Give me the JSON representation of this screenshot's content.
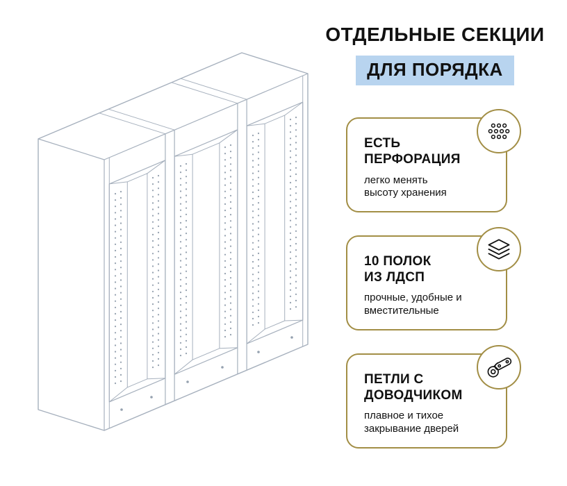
{
  "header": {
    "title": "ОТДЕЛЬНЫЕ СЕКЦИИ",
    "subtitle": "ДЛЯ ПОРЯДКА"
  },
  "features": [
    {
      "id": "perforation",
      "icon": "perforation-holes-icon",
      "title": "ЕСТЬ\nПЕРФОРАЦИЯ",
      "description": "легко менять\nвысоту хранения"
    },
    {
      "id": "shelves",
      "icon": "shelves-stack-icon",
      "title": "10 ПОЛОК\nИЗ ЛДСП",
      "description": "прочные, удобные и\nвместительные"
    },
    {
      "id": "hinges",
      "icon": "hinge-icon",
      "title": "ПЕТЛИ С\nДОВОДЧИКОМ",
      "description": "плавное и тихое\nзакрывание дверей"
    }
  ],
  "illustration": {
    "name": "wardrobe-three-sections-line-drawing",
    "sections": 3
  },
  "colors": {
    "accent_gold": "#a28e45",
    "highlight_blue": "#b8d4ef",
    "text": "#111111",
    "line_gray": "#a6b0bd",
    "dot_gray": "#95a1af"
  }
}
